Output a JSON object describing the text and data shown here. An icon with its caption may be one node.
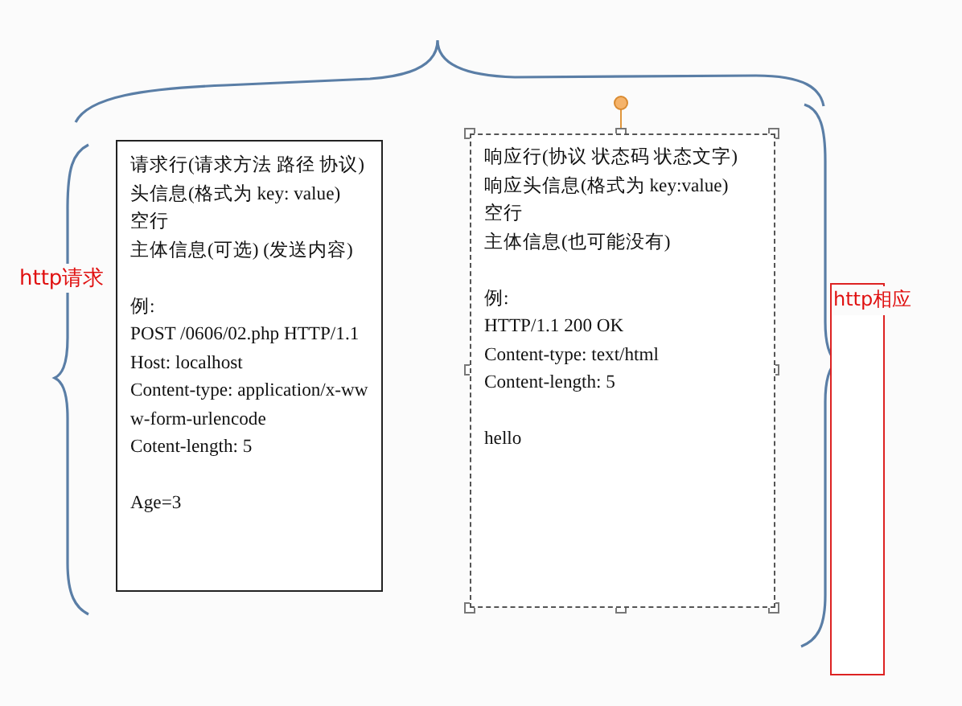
{
  "diagram": {
    "nodes": [
      {
        "text": [
          "请求行(请求方法  路径  协议)",
          "头信息(格式为  key: value)",
          "空行",
          "主体信息(可选) (发送内容)",
          "例:",
          "POST /0606/02.php HTTP/1.1",
          "Host: localhost",
          "Content-type: application/x-www-form-urlencode",
          "Cotent-length: 5",
          "Age=3"
        ]
      },
      {
        "text": [
          "响应行(协议  状态码  状态文字)",
          "响应头信息(格式为  key:value)",
          "空行",
          "主体信息(也可能没有)",
          "例:",
          "HTTP/1.1 200 OK",
          "Content-type: text/html",
          "Content-length: 5",
          "hello"
        ]
      },
      {
        "text": [
          "http相应"
        ]
      }
    ],
    "labels": [
      "http请求"
    ]
  }
}
